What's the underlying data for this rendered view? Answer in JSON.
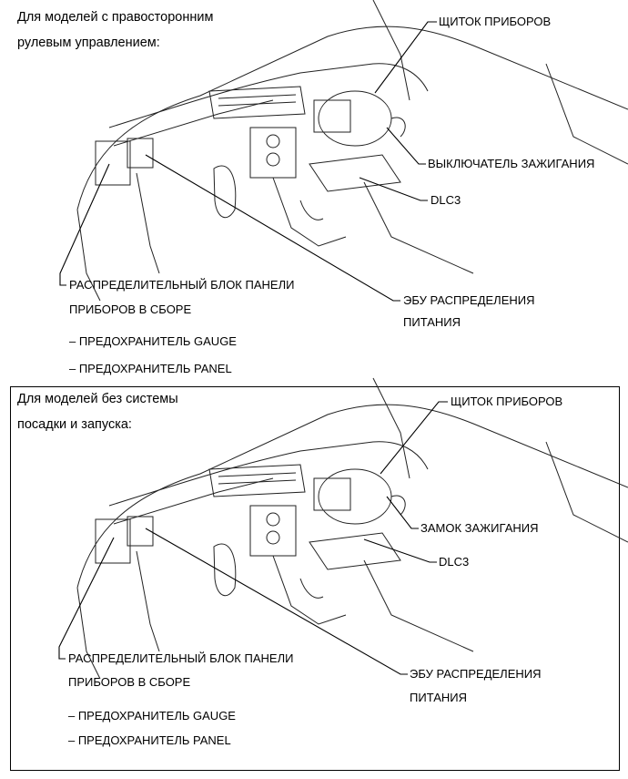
{
  "panel1": {
    "heading_line1": "Для моделей с правосторонним",
    "heading_line2": "рулевым управлением:",
    "combination_meter": "ЩИТОК ПРИБОРОВ",
    "ignition": "ВЫКЛЮЧАТЕЛЬ ЗАЖИГАНИЯ",
    "dlc3": "DLC3",
    "junction_block_line1": "РАСПРЕДЕЛИТЕЛЬНЫЙ БЛОК ПАНЕЛИ",
    "junction_block_line2": "ПРИБОРОВ В СБОРЕ",
    "ecu_line1": "ЭБУ РАСПРЕДЕЛЕНИЯ",
    "ecu_line2": "ПИТАНИЯ",
    "fuse_gauge": "– ПРЕДОХРАНИТЕЛЬ GAUGE",
    "fuse_panel": "– ПРЕДОХРАНИТЕЛЬ PANEL"
  },
  "panel2": {
    "heading_line1": "Для моделей без системы",
    "heading_line2": "посадки и запуска:",
    "combination_meter": "ЩИТОК ПРИБОРОВ",
    "ignition": "ЗАМОК ЗАЖИГАНИЯ",
    "dlc3": "DLC3",
    "junction_block_line1": "РАСПРЕДЕЛИТЕЛЬНЫЙ БЛОК ПАНЕЛИ",
    "junction_block_line2": "ПРИБОРОВ В СБОРЕ",
    "ecu_line1": "ЭБУ РАСПРЕДЕЛЕНИЯ",
    "ecu_line2": "ПИТАНИЯ",
    "fuse_gauge": "– ПРЕДОХРАНИТЕЛЬ GAUGE",
    "fuse_panel": "– ПРЕДОХРАНИТЕЛЬ PANEL"
  }
}
